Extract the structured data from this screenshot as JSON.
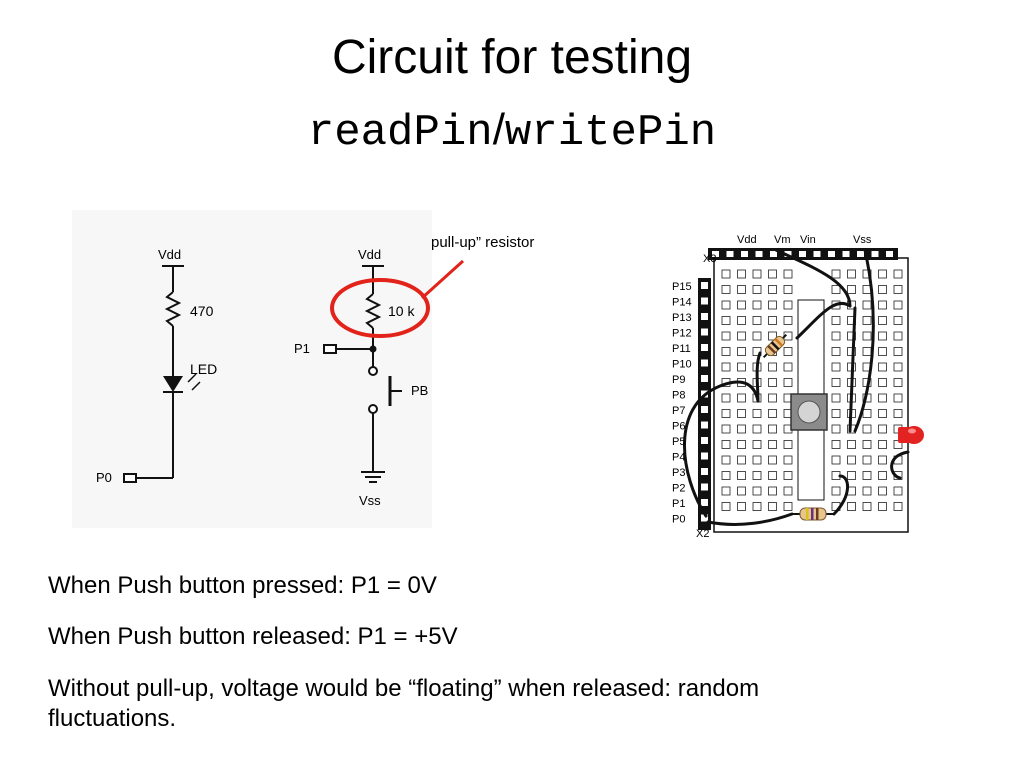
{
  "title": {
    "line1": "Circuit for testing",
    "line2_read": "readPin",
    "line2_sep": "/",
    "line2_write": "writePin"
  },
  "callout": "“pull-up” resistor",
  "schematic": {
    "vdd1": "Vdd",
    "r1": "470",
    "led": "LED",
    "p0": "P0",
    "vdd2": "Vdd",
    "r2": "10 k",
    "p1": "P1",
    "switch": "PB Switch",
    "vss": "Vss"
  },
  "board": {
    "x3": "X3",
    "x2": "X2",
    "top_labels": [
      "Vdd",
      "Vm",
      "Vin",
      "Vss"
    ],
    "pins": [
      "P15",
      "P14",
      "P13",
      "P12",
      "P11",
      "P10",
      "P9",
      "P8",
      "P7",
      "P6",
      "P5",
      "P4",
      "P3",
      "P2",
      "P1",
      "P0"
    ]
  },
  "notes": {
    "pressed": "When Push button pressed: P1 = 0V",
    "released": "When Push button released: P1 = +5V",
    "floating": "Without pull-up, voltage would be “floating” when released: random fluctuations."
  },
  "colors": {
    "callout_ring": "#e2231a",
    "led_red": "#e32222",
    "wire": "#111111",
    "board_hole": "#222222"
  }
}
